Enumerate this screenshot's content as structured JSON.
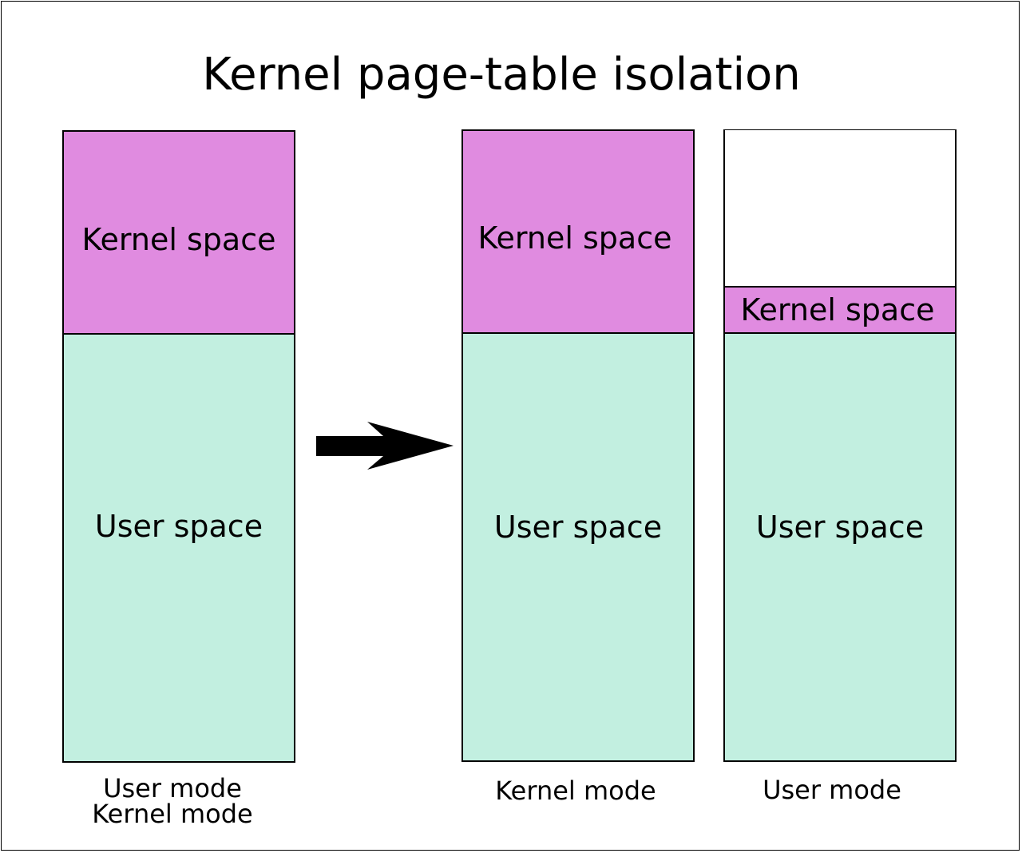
{
  "title": "Kernel page-table isolation",
  "colors": {
    "kernel_space": "#e08be0",
    "user_space": "#c2efe0",
    "unmapped": "#ffffff",
    "outline": "#000000"
  },
  "before": {
    "kernel_label": "Kernel space",
    "user_label": "User space",
    "caption_line1": "User mode",
    "caption_line2": "Kernel mode"
  },
  "after_kernel_mode": {
    "kernel_label": "Kernel space",
    "user_label": "User space",
    "caption": "Kernel mode"
  },
  "after_user_mode": {
    "kernel_label": "Kernel space",
    "user_label": "User space",
    "caption": "User mode"
  },
  "arrow_icon": "right-arrow-icon"
}
